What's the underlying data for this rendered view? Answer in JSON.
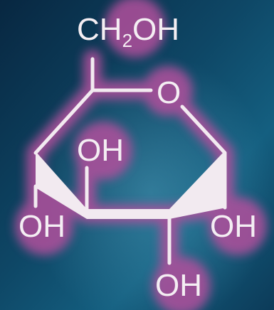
{
  "molecule": {
    "labels": {
      "ch2oh_prefix": "CH",
      "ch2oh_sub": "2",
      "ch2oh_suffix": "OH",
      "ring_oxygen": "O",
      "oh_upper": "OH",
      "oh_left": "OH",
      "oh_right": "OH",
      "oh_bottom": "OH"
    }
  },
  "colors": {
    "background_dark": "#0a2b47",
    "background_mid": "#135c7e",
    "background_light": "#3f8fad",
    "glow": "#b14f9c",
    "bond": "#f2eaf0",
    "text": "#f4eef3"
  }
}
